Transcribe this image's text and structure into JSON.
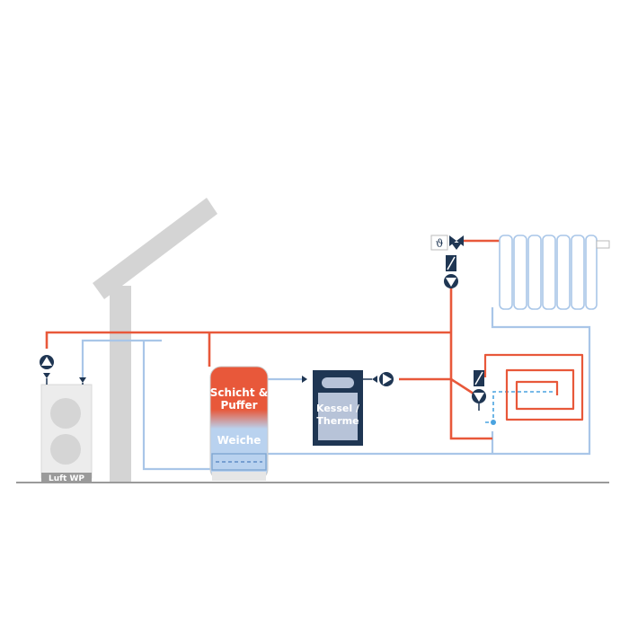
{
  "labels": {
    "heat_pump": "Luft WP",
    "tank_top_line1": "Schicht &",
    "tank_top_line2": "Puffer",
    "tank_bottom": "Weiche",
    "boiler_line1": "Kessel /",
    "boiler_line2": "Therme",
    "thermostat_symbol": "ϑ"
  },
  "colors": {
    "supply_pipe": "#e8583a",
    "return_pipe": "#a9c6e8",
    "equipment_dark": "#1f3653",
    "building_gray": "#d4d4d4",
    "tank_orange": "#e8583a",
    "tank_blue": "#b9d2ef",
    "boiler_panel": "#b7c3d8"
  },
  "icons": [
    "pump-icon",
    "valve-icon",
    "check-valve-icon",
    "thermostat-icon",
    "radiator-icon",
    "fan-icon"
  ]
}
